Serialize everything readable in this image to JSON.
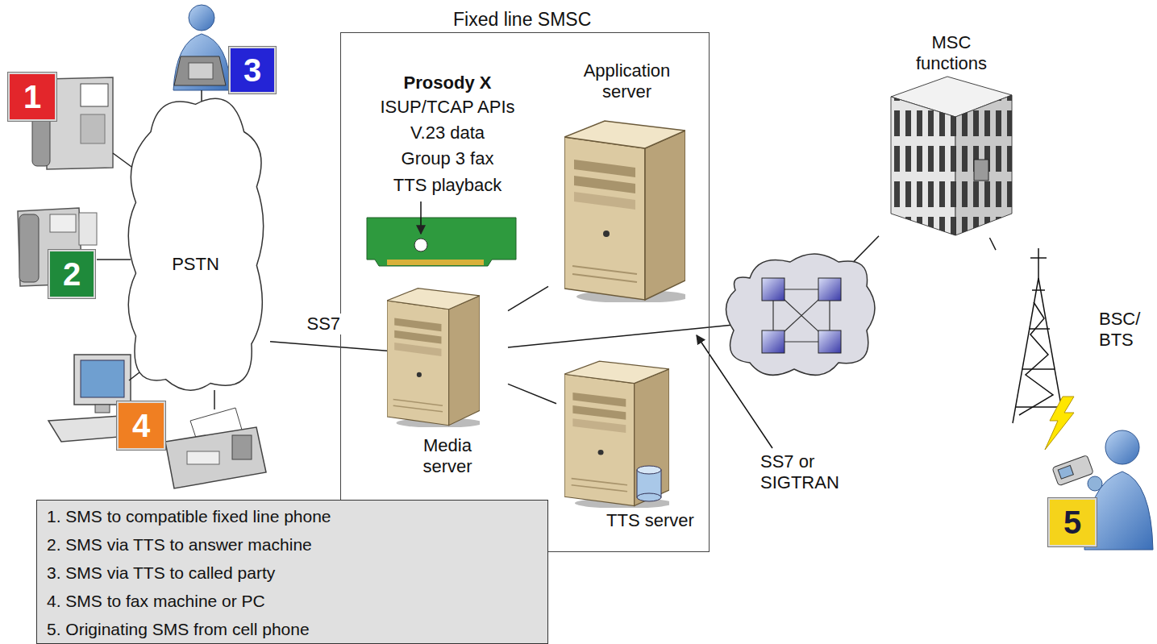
{
  "diagram": {
    "nodes": [
      {
        "text": [
          "1"
        ]
      },
      {
        "text": [
          "3"
        ]
      },
      {
        "text": [
          "Fixed line SMSC"
        ]
      },
      {
        "text": [
          "Application server"
        ],
        "in": 2
      },
      {
        "text": [
          "Media server"
        ],
        "in": 2
      },
      {
        "text": [
          "TTS server"
        ],
        "in": 2
      },
      {
        "text": [
          "PSTN"
        ]
      },
      {
        "text": [
          "2"
        ]
      },
      {
        "text": [
          "MSC functions"
        ]
      },
      {
        "text": [
          "BSC/ BTS"
        ]
      },
      {
        "text": [
          "4"
        ]
      },
      {
        "text": [
          "5"
        ]
      },
      {
        "text": [
          "1. SMS to compatible fixed line phone",
          "2. SMS via TTS to answer machine",
          "3. SMS via TTS to called party",
          "4. SMS to fax machine or PC",
          "5. Originating SMS from cell phone"
        ]
      }
    ],
    "edges": [
      {
        "from": 4,
        "to": 3,
        "arrow": "none"
      },
      {
        "from": 4,
        "to": 5,
        "arrow": "none"
      },
      {
        "from": 6,
        "to": 4,
        "label": "SS7",
        "arrow": "none"
      },
      {
        "from": 4,
        "to": 8,
        "arrow": "none"
      },
      {
        "from": 8,
        "to": 9,
        "arrow": "none"
      }
    ],
    "labels": [
      "Prosody X",
      "ISUP/TCAP APIs",
      "V.23 data",
      "Group 3 fax",
      "TTS playback",
      "SS7 or SIGTRAN"
    ]
  }
}
